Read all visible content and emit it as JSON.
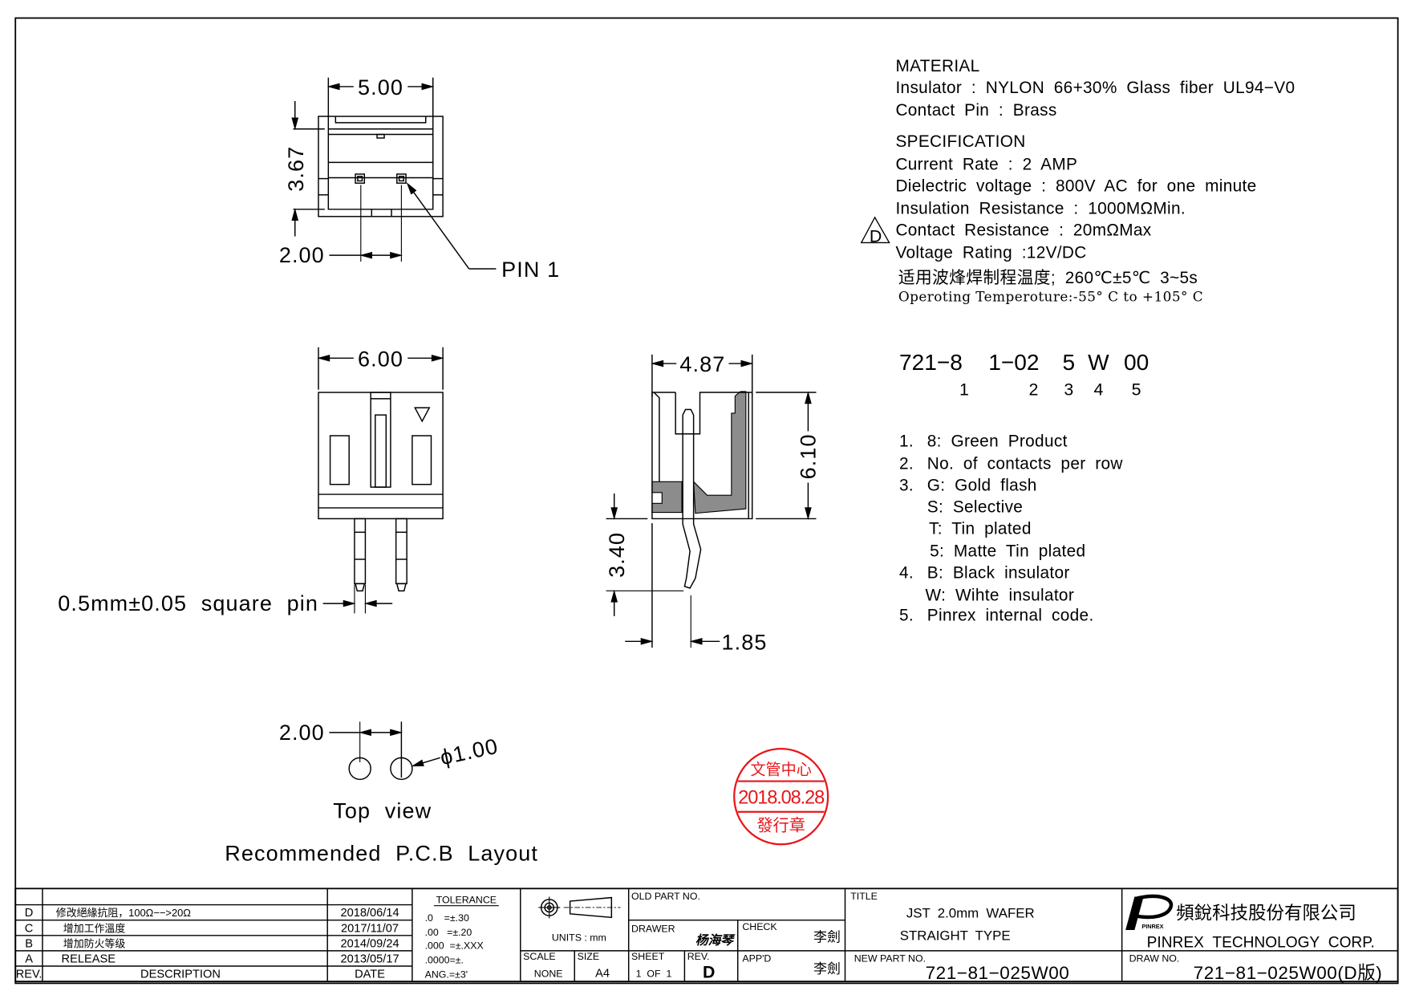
{
  "material": {
    "heading": "MATERIAL",
    "insulator": "Insulator : NYLON 66+30% Glass fiber UL94−V0",
    "contact_pin": "Contact Pin : Brass"
  },
  "specification": {
    "heading": "SPECIFICATION",
    "lines": [
      "Current Rate : 2 AMP",
      "Dielectric voltage : 800V AC for one minute",
      "Insulation Resistance : 1000MΩMin.",
      "Contact Resistance : 20mΩMax",
      "Voltage Rating :12V/DC"
    ],
    "soldering": "适用波烽焊制程温度; 260℃±5℃ 3~5s",
    "operating": "Operoting Temperoture:-55° C to +105° C",
    "revision_marker": "D"
  },
  "part_code": {
    "segments": [
      "721−8",
      "1−02",
      "5",
      "W",
      "00"
    ],
    "indices": [
      "1",
      "2",
      "3",
      "4",
      "5"
    ]
  },
  "legend": [
    {
      "num": "1.",
      "text": "8: Green Product"
    },
    {
      "num": "2.",
      "text": "No. of contacts per row"
    },
    {
      "num": "3.",
      "text": "G: Gold flash"
    },
    {
      "num": "",
      "text": "S: Selective"
    },
    {
      "num": "",
      "text": "T: Tin plated"
    },
    {
      "num": "",
      "text": "5: Matte Tin plated"
    },
    {
      "num": "4.",
      "text": "B: Black insulator"
    },
    {
      "num": "",
      "text": "W: Wihte insulator"
    },
    {
      "num": "5.",
      "text": "Pinrex internal code."
    }
  ],
  "views": {
    "top": {
      "width": "5.00",
      "height": "3.67",
      "pitch": "2.00",
      "pin_label": "PIN 1"
    },
    "front": {
      "width": "6.00",
      "pin_note": "0.5mm±0.05 square pin"
    },
    "side": {
      "depth": "4.87",
      "height": "6.10",
      "pin_length": "3.40",
      "offset": "1.85"
    },
    "pcb": {
      "pitch": "2.00",
      "hole": "ϕ1.00",
      "view_label": "Top view",
      "title": "Recommended P.C.B Layout"
    }
  },
  "stamp": {
    "top": "文管中心",
    "date": "2018.08.28",
    "bottom": "發行章",
    "color": "#e8161a"
  },
  "title_block": {
    "revisions": [
      {
        "rev": "D",
        "description": "修改絕緣抗阻，100Ω−−>20Ω",
        "date": "2018/06/14"
      },
      {
        "rev": "C",
        "description": "增加工作溫度",
        "date": "2017/11/07"
      },
      {
        "rev": "B",
        "description": "增加防火等级",
        "date": "2014/09/24"
      },
      {
        "rev": "A",
        "description": "RELEASE",
        "date": "2013/05/17"
      }
    ],
    "headers": {
      "rev": "REV.",
      "description": "DESCRIPTION",
      "date": "DATE"
    },
    "tolerance": {
      "heading": "TOLERANCE",
      "lines": [
        ".0    =±.30",
        ".00   =±.20",
        ".000  =±.XXX",
        ".0000=±.",
        "ANG.=±3'"
      ]
    },
    "units": "UNITS : mm",
    "scale_label": "SCALE",
    "scale": "NONE",
    "size_label": "SIZE",
    "size": "A4",
    "old_part_label": "OLD PART NO.",
    "drawer_label": "DRAWER",
    "drawer": "杨海琴",
    "check_label": "CHECK",
    "check": "李劍",
    "appd_label": "APP'D",
    "appd": "李劍",
    "sheet_label": "SHEET",
    "sheet": "1  OF  1",
    "rev_label": "REV.",
    "rev": "D",
    "title_label": "TITLE",
    "title_line1": "JST 2.0mm WAFER",
    "title_line2": "STRAIGHT TYPE",
    "new_part_label": "NEW PART NO.",
    "new_part": "721−81−025W00",
    "company_cn": "頻銳科技股份有限公司",
    "company_en": "PINREX TECHNOLOGY CORP.",
    "logo_text": "PINREX",
    "draw_no_label": "DRAW NO.",
    "draw_no": "721−81−025W00(D版)"
  }
}
